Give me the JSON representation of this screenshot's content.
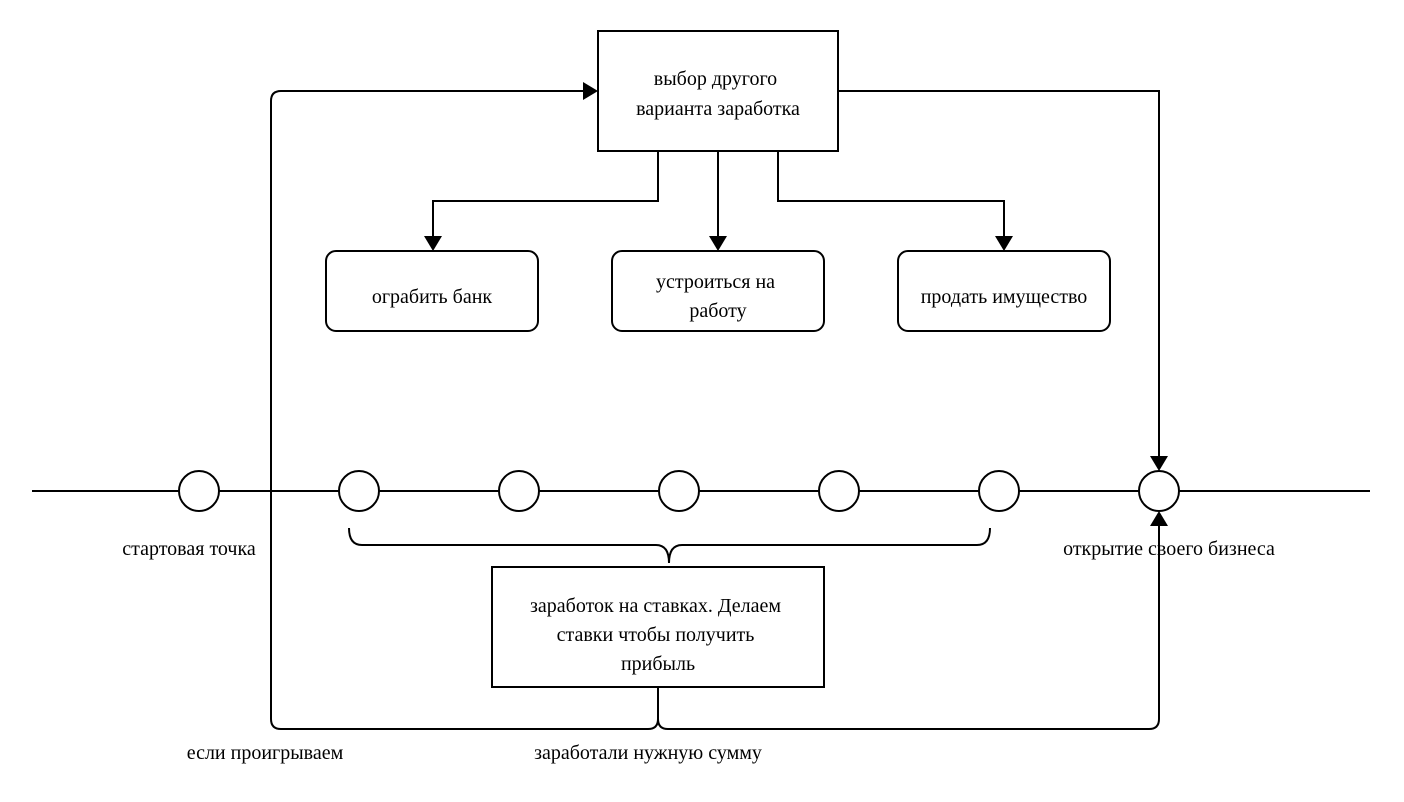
{
  "diagram": {
    "top_box": {
      "lines": [
        "выбор другого",
        "варианта заработка"
      ]
    },
    "options": [
      {
        "lines": [
          "ограбить банк"
        ]
      },
      {
        "lines": [
          "устроиться на",
          "работу"
        ]
      },
      {
        "lines": [
          "продать имущество"
        ]
      }
    ],
    "timeline": {
      "start_label": "стартовая точка",
      "end_label": "открытие своего бизнеса"
    },
    "middle_box": {
      "lines": [
        "заработок на ставках. Делаем",
        "ставки чтобы получить",
        "прибыль"
      ]
    },
    "edge_labels": {
      "lose": "если проигрываем",
      "earned": "заработали нужную сумму"
    }
  }
}
